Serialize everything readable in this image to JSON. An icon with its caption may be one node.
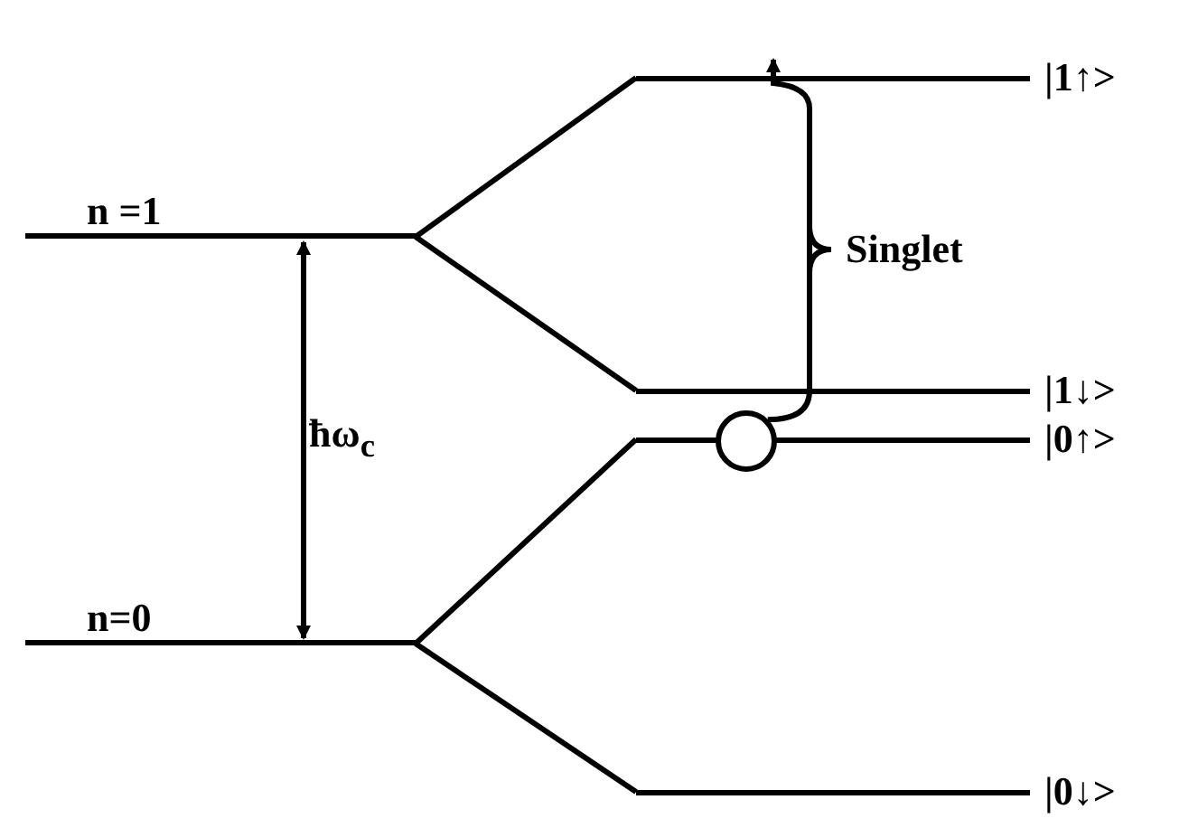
{
  "diagram": {
    "nodes": [
      {
        "text": [
          "n =1"
        ]
      },
      {
        "text": [
          "n=0"
        ]
      },
      {
        "text": [
          "|1↑>"
        ]
      },
      {
        "text": [
          "|1↓>"
        ]
      },
      {
        "text": [
          "|0↑>"
        ]
      },
      {
        "text": [
          "|0↓>"
        ]
      },
      {
        "text": [],
        "shape": "circle"
      }
    ],
    "edges": [
      {
        "from": 0,
        "to": 2,
        "arrow": "none"
      },
      {
        "from": 0,
        "to": 3,
        "arrow": "none"
      },
      {
        "from": 1,
        "to": 4,
        "arrow": "none"
      },
      {
        "from": 1,
        "to": 5,
        "arrow": "none"
      },
      {
        "from": 6,
        "to": 2,
        "arrow": "to"
      },
      {
        "from": 0,
        "to": 1,
        "arrow": "both",
        "label": "ħω$_{c}$"
      }
    ],
    "labels": [
      "Singlet"
    ]
  }
}
